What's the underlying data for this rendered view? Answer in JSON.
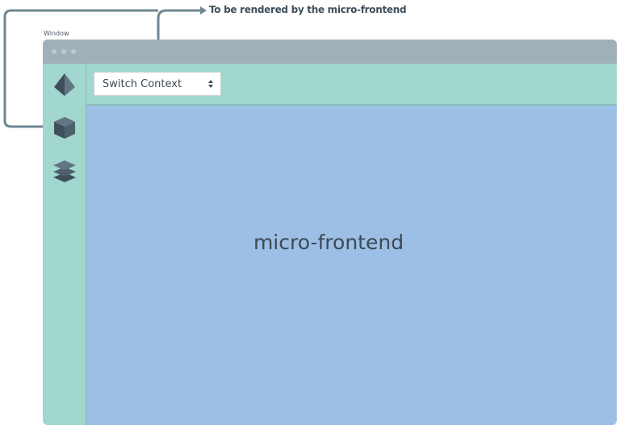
{
  "annotation": {
    "text": "To be rendered by the micro-frontend"
  },
  "window": {
    "label": "Window"
  },
  "sidebar": {
    "icons": [
      "pyramid-icon",
      "cube-icon",
      "layers-icon"
    ]
  },
  "topbar": {
    "select": {
      "label": "Switch Context",
      "icon": "updown-arrows-icon"
    }
  },
  "content": {
    "label": "micro-frontend"
  },
  "colors": {
    "titlebar": "#9fb0b9",
    "sidebar": "#a1d7cf",
    "content": "#9dbfe6",
    "connector": "#6f8693",
    "text": "#3b4a55"
  }
}
